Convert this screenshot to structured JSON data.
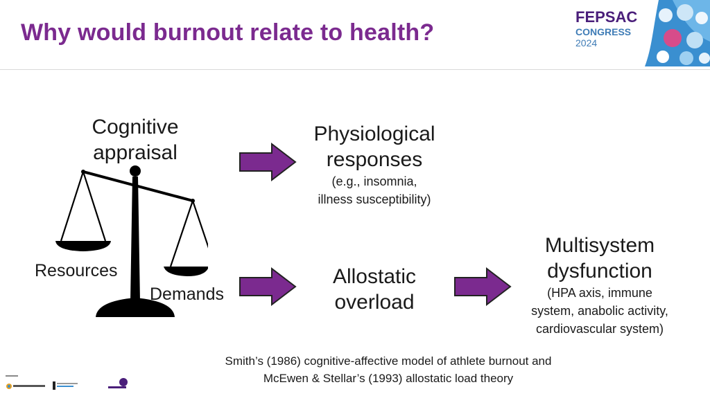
{
  "header": {
    "title": "Why would burnout relate to health?",
    "logo": {
      "line1": "FEPSAC",
      "line2": "CONGRESS",
      "line3": "2024"
    }
  },
  "diagram": {
    "appraisal": [
      "Cognitive",
      "appraisal"
    ],
    "physiological": {
      "main": [
        "Physiological",
        "responses"
      ],
      "detail": [
        "(e.g., insomnia,",
        "illness susceptibility)"
      ]
    },
    "allostatic": [
      "Allostatic",
      "overload"
    ],
    "multisystem": {
      "main": [
        "Multisystem",
        "dysfunction"
      ],
      "detail": [
        "(HPA axis, immune",
        "system, anabolic activity,",
        "cardiovascular system)"
      ]
    },
    "scale_labels": {
      "left": "Resources",
      "right": "Demands"
    }
  },
  "footer": {
    "line1": "Smith’s (1986) cognitive-affective model of athlete burnout and",
    "line2": "McEwen & Stellar’s (1993) allostatic load theory"
  },
  "colors": {
    "title": "#7b2a8f",
    "arrow": "#7b2a8f"
  }
}
